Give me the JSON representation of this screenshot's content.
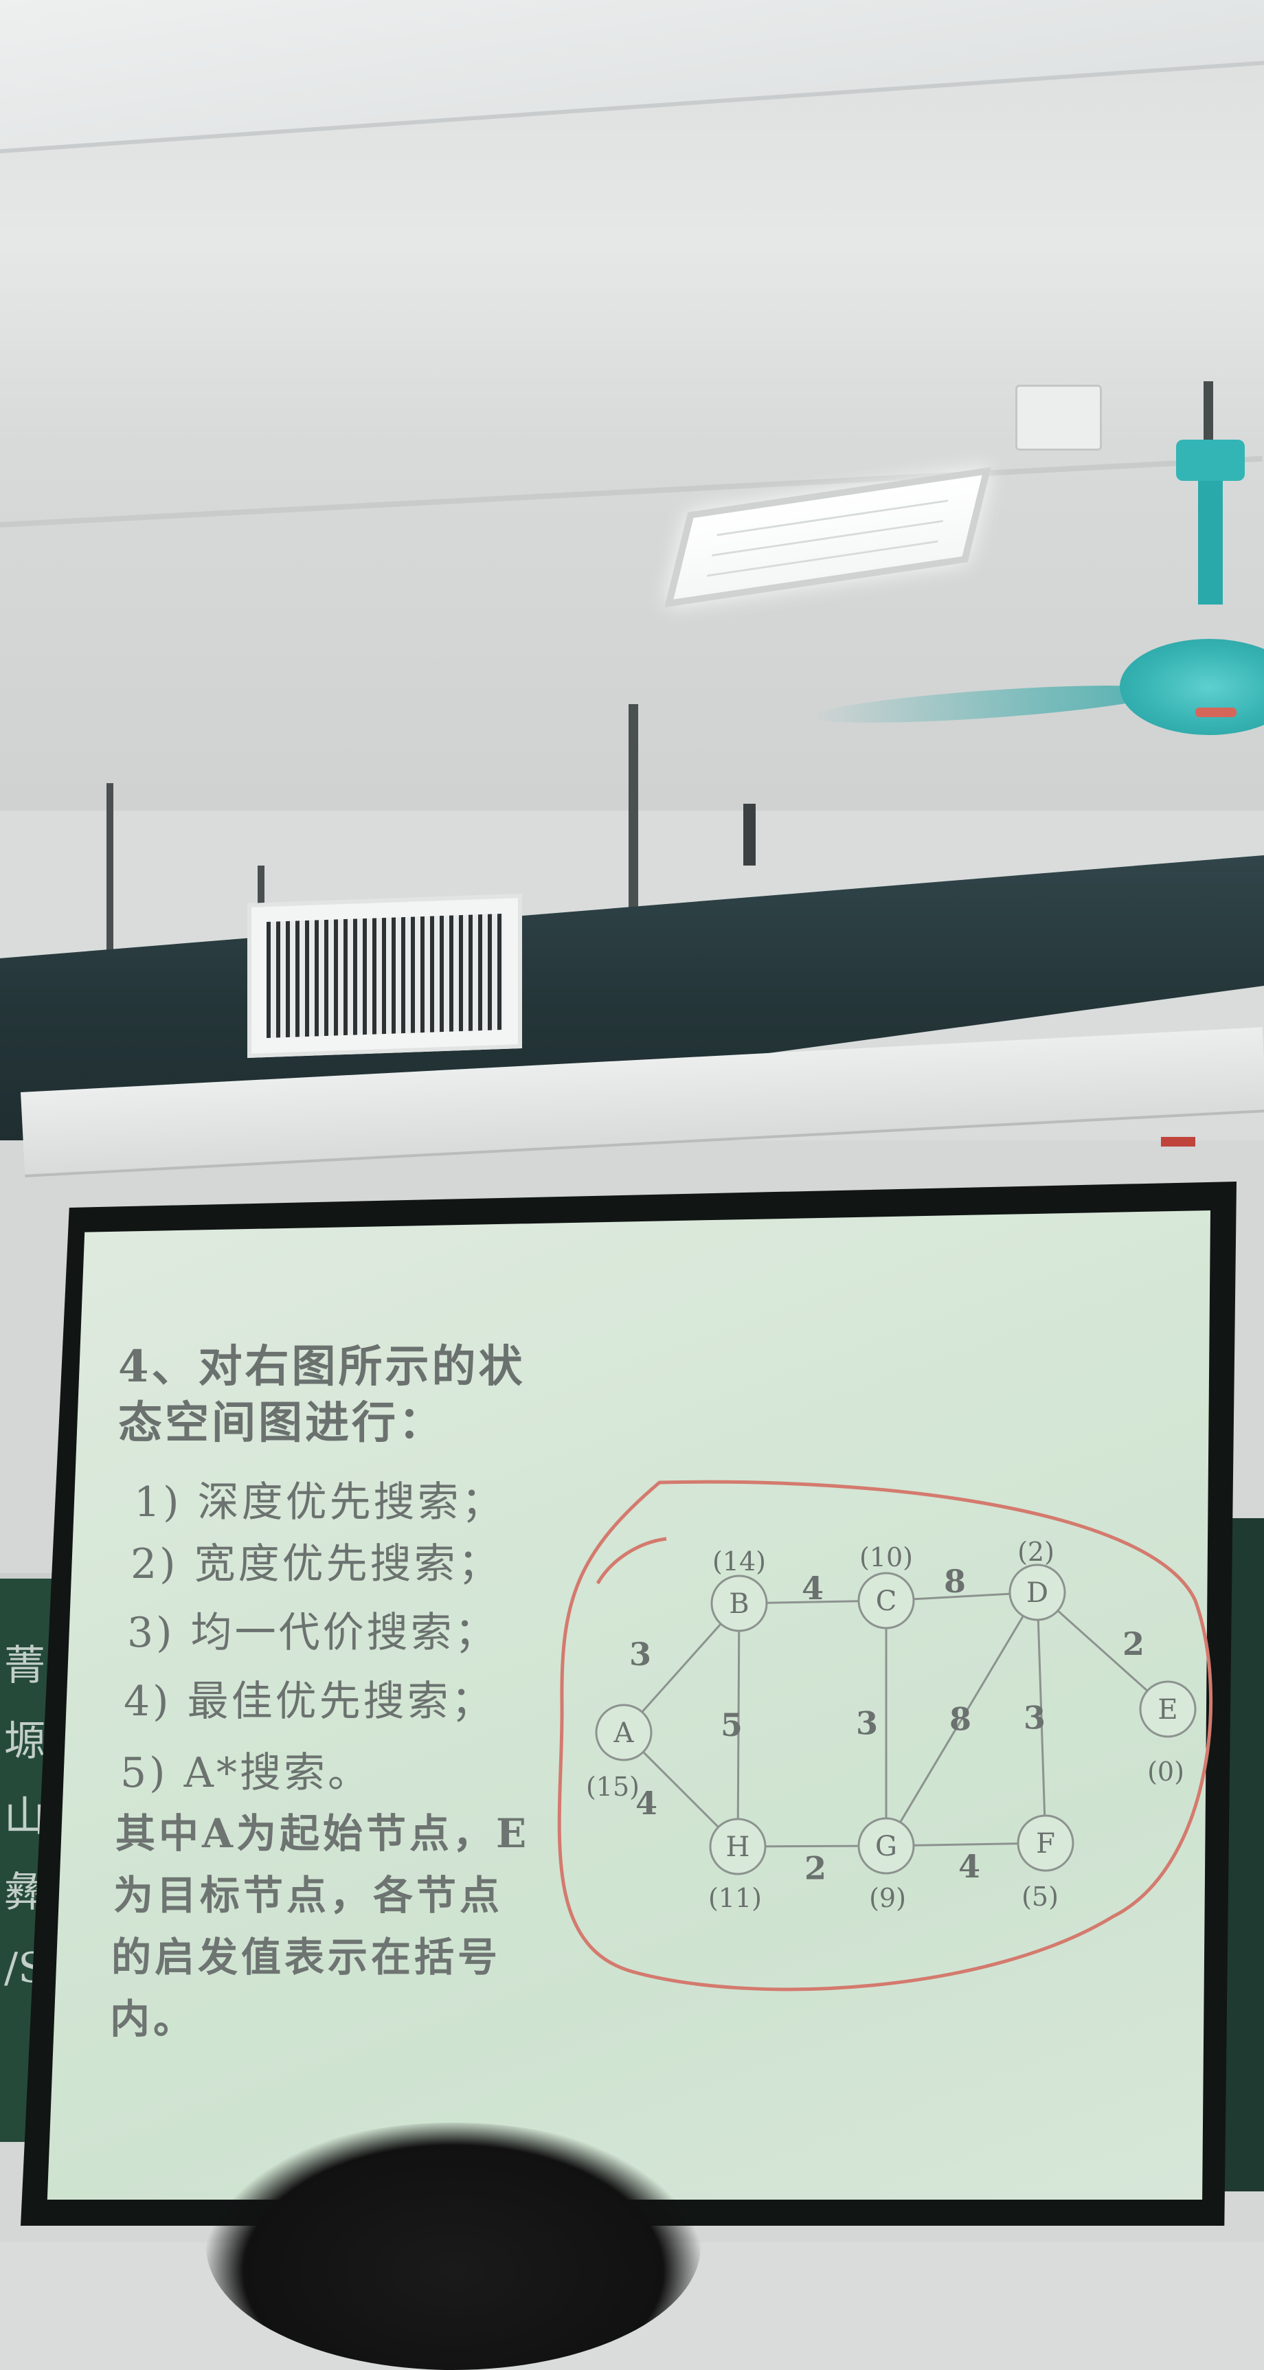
{
  "slide": {
    "question_line1": "4、对右图所示的状",
    "question_line2": "态空间图进行：",
    "options": [
      "1) 深度优先搜索；",
      "2) 宽度优先搜索；",
      "3) 均一代价搜索；",
      "4) 最佳优先搜索；",
      "5) A*搜索。"
    ],
    "note_lines": [
      "其中A为起始节点，E",
      "为目标节点，各节点",
      "的启发值表示在括号",
      "内。"
    ]
  },
  "graph": {
    "nodes": [
      {
        "id": "A",
        "heuristic": "(15)"
      },
      {
        "id": "B",
        "heuristic": "(14)"
      },
      {
        "id": "C",
        "heuristic": "(10)"
      },
      {
        "id": "D",
        "heuristic": "(2)"
      },
      {
        "id": "E",
        "heuristic": "(0)"
      },
      {
        "id": "F",
        "heuristic": "(5)"
      },
      {
        "id": "G",
        "heuristic": "(9)"
      },
      {
        "id": "H",
        "heuristic": "(11)"
      }
    ],
    "edges": [
      {
        "from": "A",
        "to": "B",
        "cost": "3"
      },
      {
        "from": "A",
        "to": "H",
        "cost": "4"
      },
      {
        "from": "B",
        "to": "C",
        "cost": "4"
      },
      {
        "from": "B",
        "to": "H",
        "cost": "5"
      },
      {
        "from": "C",
        "to": "D",
        "cost": "8"
      },
      {
        "from": "C",
        "to": "G",
        "cost": "3"
      },
      {
        "from": "D",
        "to": "E",
        "cost": "2"
      },
      {
        "from": "D",
        "to": "G",
        "cost": "8"
      },
      {
        "from": "D",
        "to": "F",
        "cost": "3"
      },
      {
        "from": "H",
        "to": "G",
        "cost": "2"
      },
      {
        "from": "G",
        "to": "F",
        "cost": "4"
      }
    ]
  },
  "colors": {
    "slide_text": "#6a716e",
    "screen_bg": "#d4e6d5",
    "annotation_circle": "#d47a6e",
    "fan": "#36b3b3"
  }
}
